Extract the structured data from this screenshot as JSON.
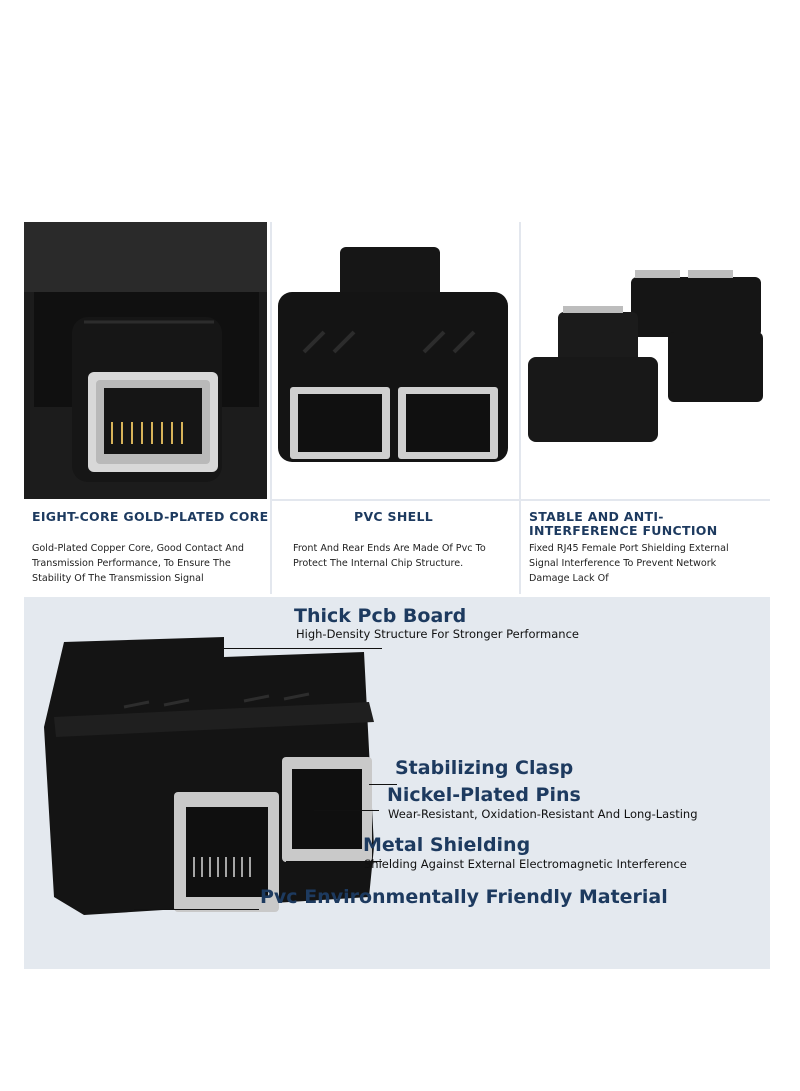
{
  "features": [
    {
      "title": "EIGHT-CORE GOLD-PLATED CORE",
      "desc": "Gold-Plated Copper Core, Good Contact And Transmission Performance, To Ensure The Stability Of The Transmission Signal",
      "image": "rj45-port-closeup-photo"
    },
    {
      "title": "PVC SHELL",
      "desc": "Front And Rear Ends Are Made Of Pvc To Protect The Internal Chip Structure.",
      "image": "splitter-front-photo"
    },
    {
      "title": "STABLE AND ANTI-INTERFERENCE FUNCTION",
      "desc": "Fixed RJ45 Female Port Shielding External Signal Interference To Prevent Network Damage Lack Of",
      "image": "two-splitters-photo"
    }
  ],
  "callouts": [
    {
      "title": "Thick Pcb Board",
      "sub": "High-Density Structure For Stronger Performance"
    },
    {
      "title": "Stabilizing Clasp",
      "sub": ""
    },
    {
      "title": "Nickel-Plated Pins",
      "sub": "Wear-Resistant, Oxidation-Resistant And Long-Lasting"
    },
    {
      "title": "Metal Shielding",
      "sub": "Shielding Against External Electromagnetic Interference"
    },
    {
      "title": "Pvc Environmentally Friendly Material",
      "sub": ""
    }
  ],
  "colors": {
    "title": "#1d3a5f",
    "bottom_bg": "#e4e9ef",
    "plastic": "#141414",
    "metal": "#c9c9c9"
  }
}
